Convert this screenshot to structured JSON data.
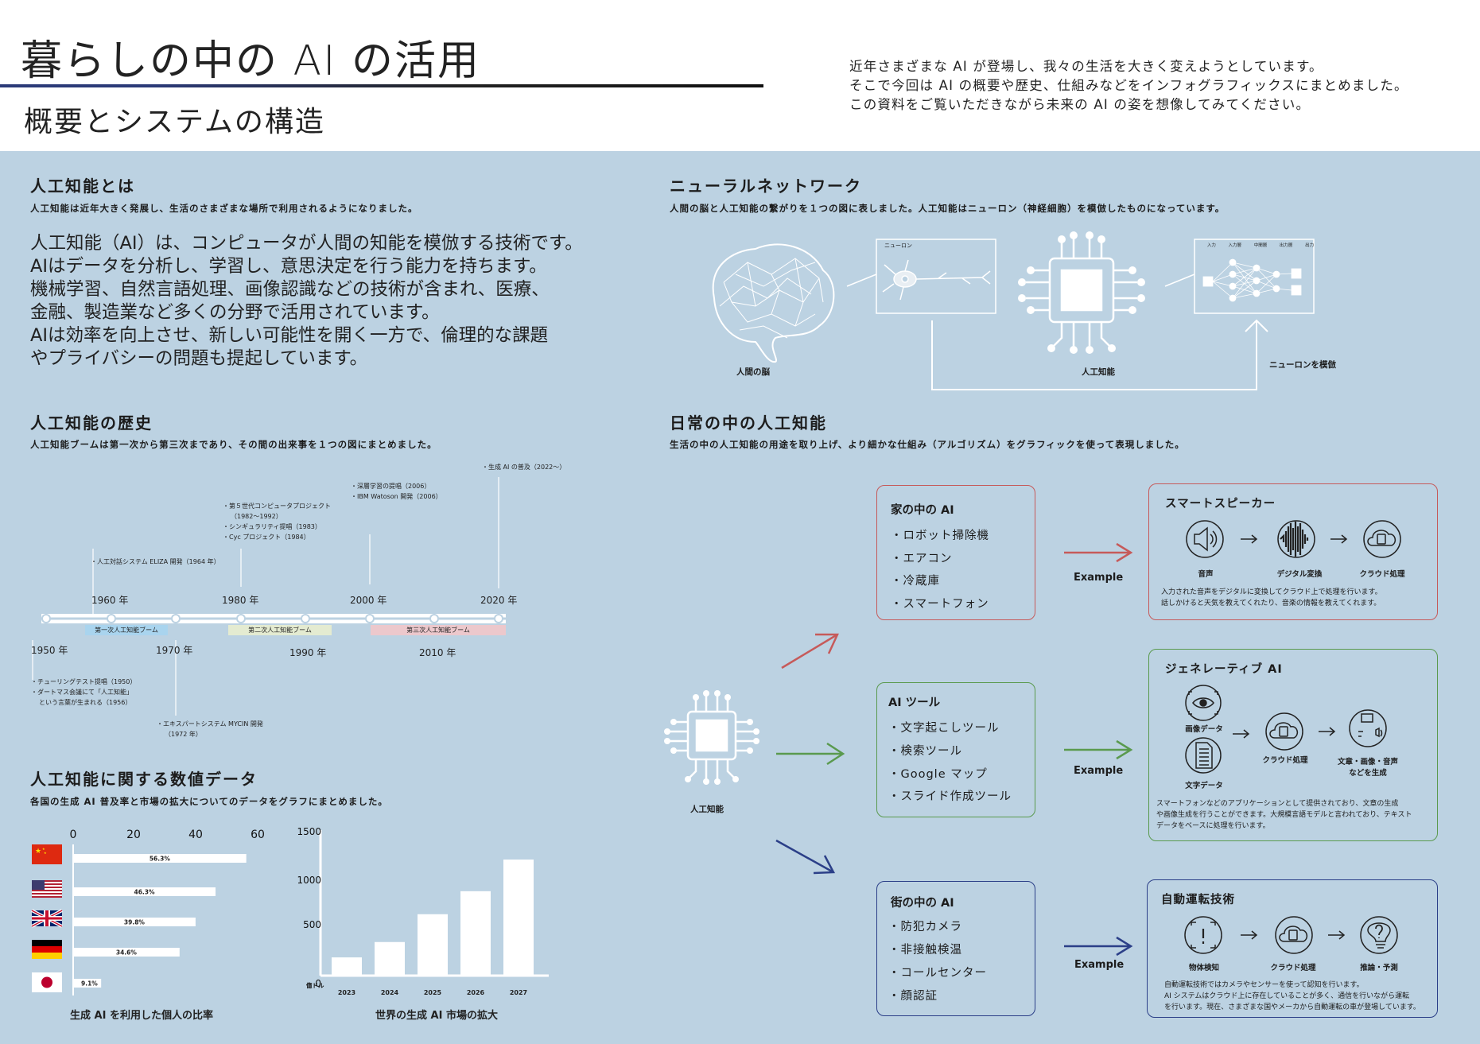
{
  "header": {
    "title": "暮らしの中の AI の活用",
    "subtitle": "概要とシステムの構造",
    "intro": [
      "近年さまざまな AI が登場し、我々の生活を大きく変えようとしています。",
      "そこで今回は AI の概要や歴史、仕組みなどをインフォグラフィックスにまとめました。",
      "この資料をご覧いただきながら未来の AI の姿を想像してみてください。"
    ]
  },
  "about": {
    "heading": "人工知能とは",
    "desc": "人工知能は近年大きく発展し、生活のさまざまな場所で利用されるようになりました。",
    "body": [
      "人工知能（AI）は、コンピュータが人間の知能を模倣する技術です。",
      "AIはデータを分析し、学習し、意思決定を行う能力を持ちます。",
      "機械学習、自然言語処理、画像認識などの技術が含まれ、医療、",
      "金融、製造業など多くの分野で活用されています。",
      "AIは効率を向上させ、新しい可能性を開く一方で、倫理的な課題",
      "やプライバシーの問題も提起しています。"
    ]
  },
  "history": {
    "heading": "人工知能の歴史",
    "desc": "人工知能ブームは第一次から第三次まであり、その間の出来事を１つの図にまとめました。",
    "years_top": [
      "1960 年",
      "1980 年",
      "2000 年",
      "2020 年"
    ],
    "years_bottom": [
      "1950 年",
      "1970 年",
      "1990 年",
      "2010 年"
    ],
    "booms": [
      "第一次人工知能ブーム",
      "第二次人工知能ブーム",
      "第三次人工知能ブーム"
    ],
    "events": {
      "e1960": "・人工対話システム ELIZA 開発（1964 年）",
      "e1980": [
        "・第５世代コンピュータプロジェクト",
        "（1982～1992）",
        "・シンギュラリティ提唱（1983）",
        "・Cyc プロジェクト（1984）"
      ],
      "e2000": [
        "・深層学習の提唱（2006）",
        "・IBM Watoson 開発（2006）"
      ],
      "e2020": "・生成 AI の普及（2022～）",
      "e1950": [
        "・チューリングテスト提唱（1950）",
        "・ダートマス会議にて「人工知能」",
        "という言葉が生まれる（1956）"
      ],
      "e1970": [
        "・エキスパートシステム MYCIN 開発",
        "（1972 年）"
      ]
    }
  },
  "numbers": {
    "heading": "人工知能に関する数値データ",
    "desc": "各国の生成 AI 普及率と市場の拡大についてのデータをグラフにまとめました。"
  },
  "chart_data": [
    {
      "type": "bar",
      "orientation": "horizontal",
      "title": "生成 AI を利用した個人の比率",
      "categories": [
        "China",
        "USA",
        "UK",
        "Germany",
        "Japan"
      ],
      "values": [
        56.3,
        46.3,
        39.8,
        34.6,
        9.1
      ],
      "value_labels": [
        "56.3%",
        "46.3%",
        "39.8%",
        "34.6%",
        "9.1%"
      ],
      "ticks": [
        "0",
        "20",
        "40",
        "60"
      ],
      "xlim": [
        0,
        60
      ]
    },
    {
      "type": "bar",
      "title": "世界の生成 AI 市場の拡大",
      "ylabel": "億ドル",
      "categories": [
        "2023",
        "2024",
        "2025",
        "2026",
        "2027"
      ],
      "values": [
        190,
        350,
        640,
        880,
        1210
      ],
      "ticks": [
        "0",
        "500",
        "1000",
        "1500"
      ],
      "ylim": [
        0,
        1500
      ]
    }
  ],
  "neural": {
    "heading": "ニューラルネットワーク",
    "desc": "人間の脳と人工知能の繋がりを１つの図に表しました。人工知能はニューロン（神経細胞）を模倣したものになっています。",
    "brain_label": "人間の脳",
    "ai_label": "人工知能",
    "neuron_box_label": "ニューロン",
    "mimic_label": "ニューロンを模倣",
    "layer_labels": [
      "入力",
      "入力層",
      "中間層",
      "出力層",
      "出力"
    ]
  },
  "daily": {
    "heading": "日常の中の人工知能",
    "desc": "生活の中の人工知能の用途を取り上げ、より細かな仕組み（アルゴリズム）をグラフィックを使って表現しました。",
    "center_label": "人工知能",
    "example_label": "Example",
    "colors": {
      "red": "#c65a5a",
      "green": "#5a9a4e",
      "blue": "#2b3f88"
    },
    "cards": [
      {
        "title": "家の中の AI",
        "items": [
          "・ロボット掃除機",
          "・エアコン",
          "・冷蔵庫",
          "・スマートフォン"
        ]
      },
      {
        "title": "AI ツール",
        "items": [
          "・文字起こしツール",
          "・検索ツール",
          "・Google マップ",
          "・スライド作成ツール"
        ]
      },
      {
        "title": "街の中の AI",
        "items": [
          "・防犯カメラ",
          "・非接触検温",
          "・コールセンター",
          "・顔認証"
        ]
      }
    ],
    "examples": [
      {
        "title": "スマートスピーカー",
        "steps": [
          "音声",
          "デジタル変換",
          "クラウド処理"
        ],
        "desc": [
          "入力された音声をデジタルに変換してクラウド上で処理を行います。",
          "話しかけると天気を教えてくれたり、音楽の情報を教えてくれます。"
        ]
      },
      {
        "title": "ジェネレーティブ AI",
        "steps": [
          "画像データ",
          "文字データ",
          "クラウド処理",
          "文章・画像・音声",
          "などを生成"
        ],
        "desc": [
          "スマートフォンなどのアプリケーションとして提供されており、文章の生成",
          "や画像生成を行うことができます。大規模言語モデルと言われており、テキスト",
          "データをベースに処理を行います。"
        ]
      },
      {
        "title": "自動運転技術",
        "steps": [
          "物体検知",
          "クラウド処理",
          "推論・予測"
        ],
        "desc": [
          "自動運転技術ではカメラやセンサーを使って認知を行います。",
          "AI システムはクラウド上に存在していることが多く、通信を行いながら運転",
          "を行います。現在、さまざまな国やメーカから自動運転の車が登場しています。"
        ]
      }
    ]
  }
}
